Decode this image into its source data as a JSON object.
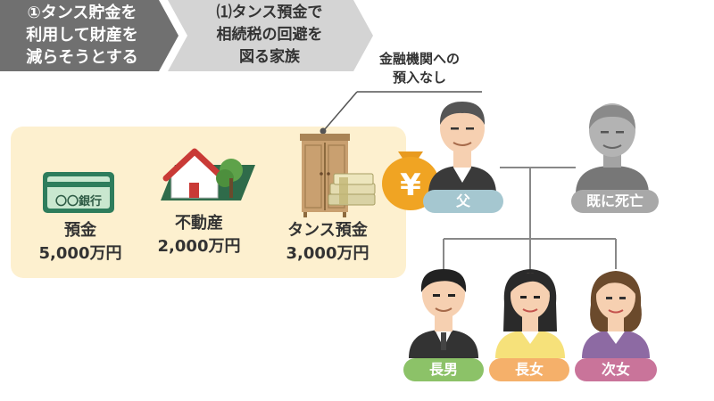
{
  "steps": {
    "step1": {
      "line1": "①タンス貯金を",
      "line2": "利用して財産を",
      "line3": "減らそうとする"
    },
    "step2": {
      "line1": "⑴タンス預金で",
      "line2": "相続税の回避を",
      "line3": "図る家族"
    }
  },
  "callout": {
    "line1": "金融機関への",
    "line2": "預入なし"
  },
  "assets": [
    {
      "name": "預金",
      "amount": "5,000万円",
      "icon_text": "〇〇銀行"
    },
    {
      "name": "不動産",
      "amount": "2,000万円"
    },
    {
      "name": "タンス預金",
      "amount": "3,000万円"
    }
  ],
  "money_bag_symbol": "¥",
  "people": {
    "father": "父",
    "grandfather": "既に死亡",
    "son": "長男",
    "daughter1": "長女",
    "daughter2": "次女"
  },
  "colors": {
    "step1_bg": "#707070",
    "step2_bg": "#d4d4d4",
    "asset_bg": "#fdf0cf",
    "father_tag": "#a5c7d0",
    "grandfather_tag": "#a8a8a8",
    "son_tag": "#8cc268",
    "daughter1_tag": "#f5b06a",
    "daughter2_tag": "#c9749a"
  }
}
